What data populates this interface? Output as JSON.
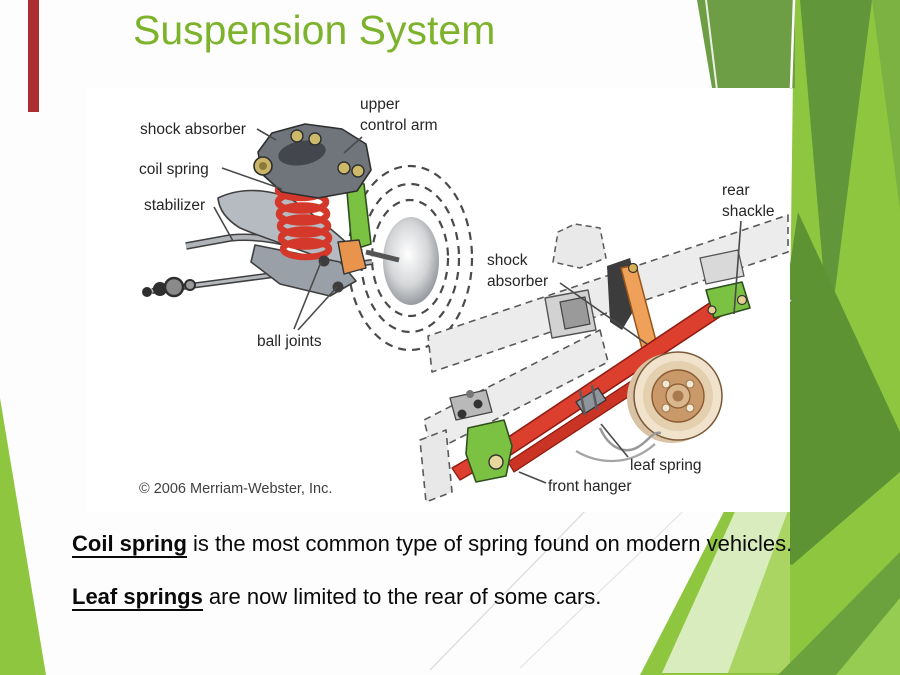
{
  "slide": {
    "title": "Suspension System"
  },
  "diagram": {
    "credit": "© 2006 Merriam-Webster, Inc.",
    "labels": {
      "shock_absorber_front": "shock absorber",
      "coil_spring": "coil spring",
      "stabilizer": "stabilizer",
      "upper_control_arm_line1": "upper",
      "upper_control_arm_line2": "control arm",
      "ball_joints": "ball joints",
      "rear_shackle_line1": "rear",
      "rear_shackle_line2": "shackle",
      "shock_absorber_rear_line1": "shock",
      "shock_absorber_rear_line2": "absorber",
      "leaf_spring": "leaf spring",
      "front_hanger": "front hanger"
    }
  },
  "body": {
    "lines": [
      {
        "lead": "Coil spring",
        "rest": " is the most common type of spring found on modern vehicles."
      },
      {
        "lead": "Leaf springs",
        "rest": " are now limited to the rear of some cars."
      }
    ]
  },
  "colors": {
    "title_green": "#7db32c",
    "accent_bright": "#8ec73f",
    "accent_dark": "#5e9334",
    "accent_pale": "#d9ecbd",
    "red_bar": "#ab2f30",
    "spring_red": "#dd3f2e",
    "bracket_green": "#7cc242",
    "shock_orange": "#efa159"
  }
}
